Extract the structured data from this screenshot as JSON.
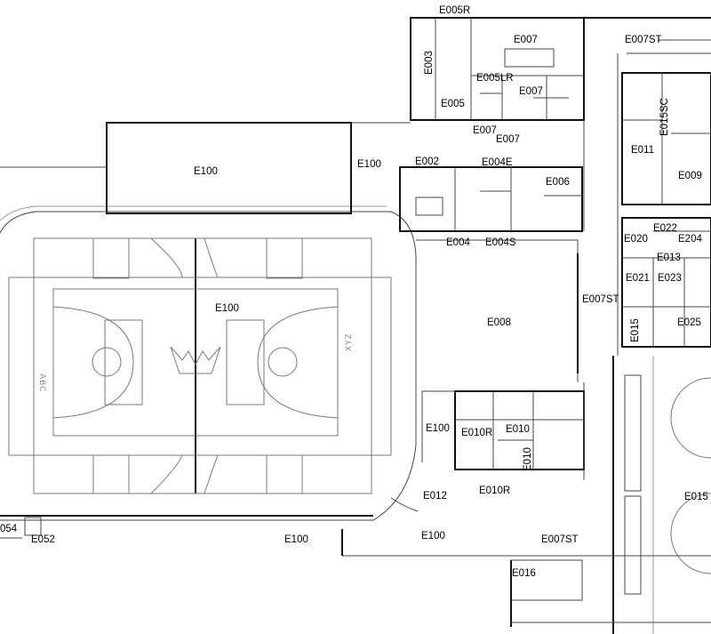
{
  "rooms": [
    {
      "id": "e005r",
      "label": "E005R"
    },
    {
      "id": "e007-top",
      "label": "E007"
    },
    {
      "id": "e007st-top",
      "label": "E007ST"
    },
    {
      "id": "e003",
      "label": "E003"
    },
    {
      "id": "e005lr",
      "label": "E005LR"
    },
    {
      "id": "e007-mid",
      "label": "E007"
    },
    {
      "id": "e005",
      "label": "E005"
    },
    {
      "id": "e007-a",
      "label": "E007"
    },
    {
      "id": "e007-b",
      "label": "E007"
    },
    {
      "id": "e015sc",
      "label": "E015SC"
    },
    {
      "id": "e011",
      "label": "E011"
    },
    {
      "id": "e009",
      "label": "E009"
    },
    {
      "id": "e100-top",
      "label": "E100"
    },
    {
      "id": "e100-corr",
      "label": "E100"
    },
    {
      "id": "e002",
      "label": "E002"
    },
    {
      "id": "e004e",
      "label": "E004E"
    },
    {
      "id": "e006",
      "label": "E006"
    },
    {
      "id": "e004",
      "label": "E004"
    },
    {
      "id": "e004s",
      "label": "E004S"
    },
    {
      "id": "e020",
      "label": "E020"
    },
    {
      "id": "e022",
      "label": "E022"
    },
    {
      "id": "e204",
      "label": "E204"
    },
    {
      "id": "e013",
      "label": "E013"
    },
    {
      "id": "e021",
      "label": "E021"
    },
    {
      "id": "e023",
      "label": "E023"
    },
    {
      "id": "e007st-mid",
      "label": "E007ST"
    },
    {
      "id": "e015-v",
      "label": "E015"
    },
    {
      "id": "e025",
      "label": "E025"
    },
    {
      "id": "e100-gym",
      "label": "E100"
    },
    {
      "id": "e008",
      "label": "E008"
    },
    {
      "id": "e100-low",
      "label": "E100"
    },
    {
      "id": "e010r-a",
      "label": "E010R"
    },
    {
      "id": "e010",
      "label": "E010"
    },
    {
      "id": "e010-v",
      "label": "E010"
    },
    {
      "id": "e010r-b",
      "label": "E010R"
    },
    {
      "id": "e012",
      "label": "E012"
    },
    {
      "id": "e015",
      "label": "E015"
    },
    {
      "id": "e054",
      "label": "054"
    },
    {
      "id": "e052",
      "label": "E052"
    },
    {
      "id": "e100-bl",
      "label": "E100"
    },
    {
      "id": "e100-bot",
      "label": "E100"
    },
    {
      "id": "e007st-bot",
      "label": "E007ST"
    },
    {
      "id": "e016",
      "label": "E016"
    }
  ]
}
